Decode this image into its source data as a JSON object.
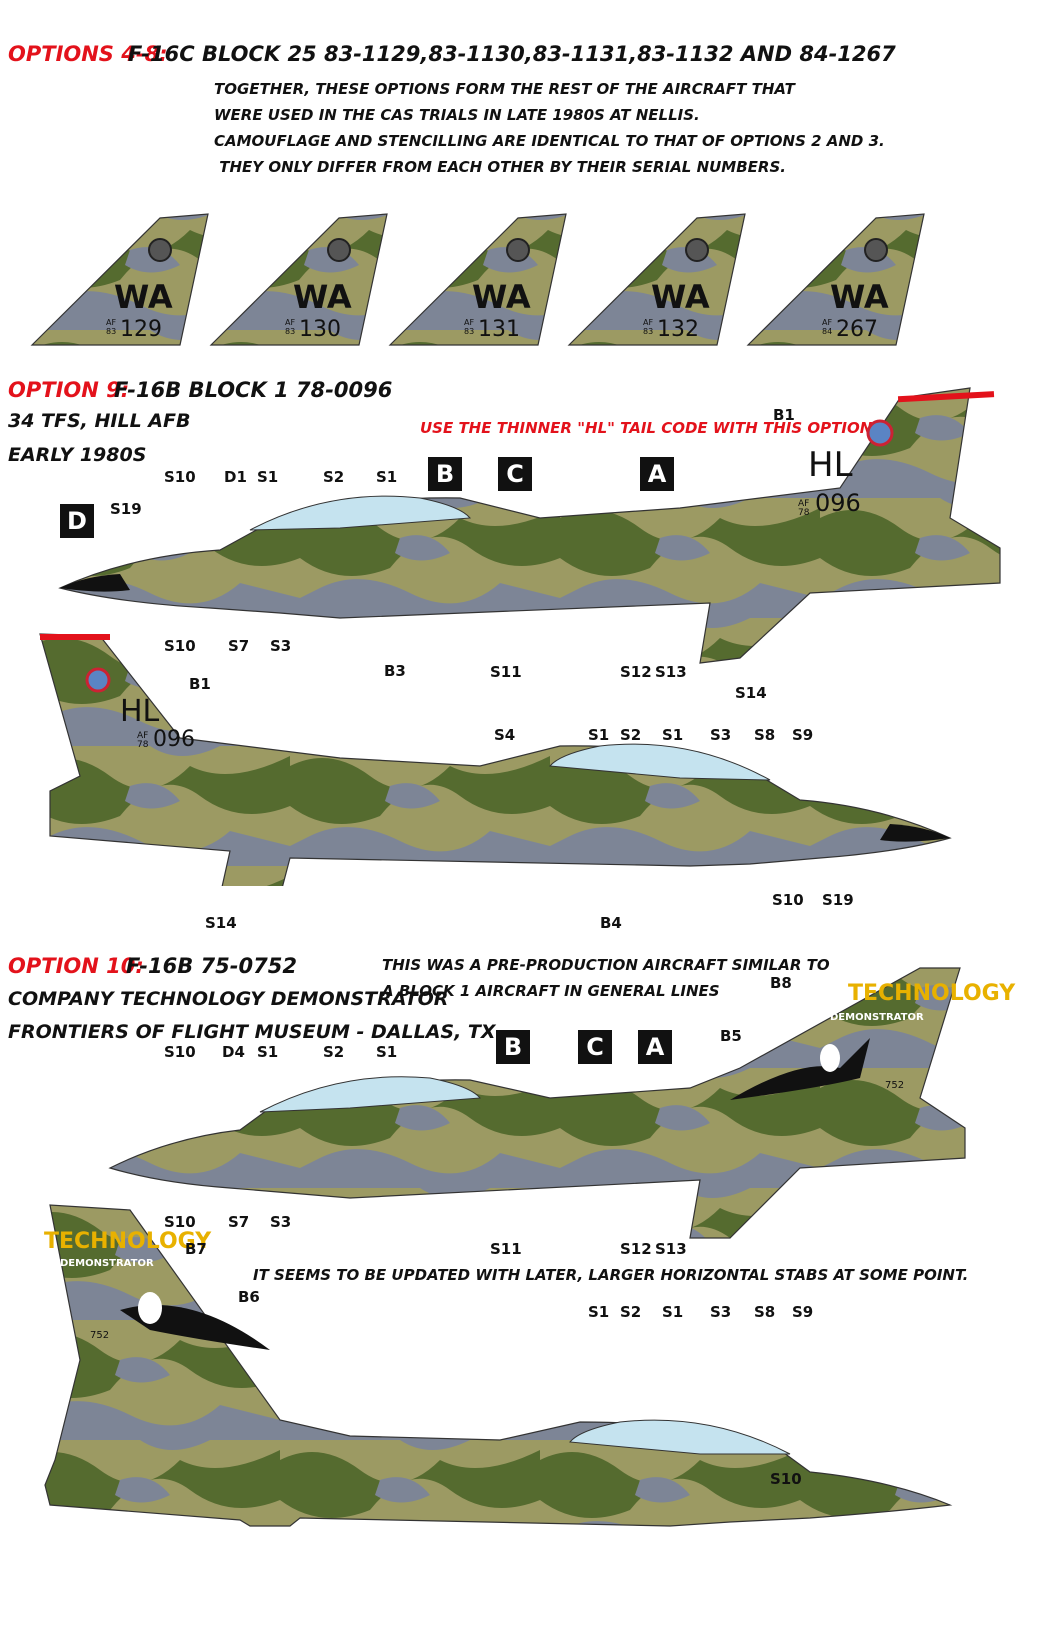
{
  "options4_8": {
    "label": "OPTIONS 4-8:",
    "title": "F-16C BLOCK 25 83-1129,83-1130,83-1131,83-1132 AND 84-1267",
    "notes": [
      "TOGETHER, THESE OPTIONS FORM THE REST OF THE AIRCRAFT THAT",
      "WERE USED IN THE CAS TRIALS IN LATE 1980S AT NELLIS.",
      "CAMOUFLAGE AND STENCILLING ARE IDENTICAL TO THAT OF OPTIONS 2 AND 3.",
      " THEY ONLY DIFFER FROM EACH OTHER BY THEIR SERIAL NUMBERS."
    ],
    "tails": [
      {
        "code": "WA",
        "af": "AF",
        "year": "83",
        "serial": "129"
      },
      {
        "code": "WA",
        "af": "AF",
        "year": "83",
        "serial": "130"
      },
      {
        "code": "WA",
        "af": "AF",
        "year": "83",
        "serial": "131"
      },
      {
        "code": "WA",
        "af": "AF",
        "year": "83",
        "serial": "132"
      },
      {
        "code": "WA",
        "af": "AF",
        "year": "84",
        "serial": "267"
      }
    ]
  },
  "option9": {
    "label": "OPTION 9:",
    "title": "F-16B BLOCK 1 78-0096",
    "line2": "34 TFS, HILL AFB",
    "line3": "EARLY 1980S",
    "red_note": "USE THE THINNER \"HL\" TAIL CODE WITH THIS OPTION",
    "tail_code": "HL",
    "tail_af": "AF",
    "tail_year": "78",
    "tail_serial": "096",
    "boxes": {
      "a": "A",
      "b": "B",
      "c": "C",
      "d": "D"
    },
    "top_labels": {
      "s10a": "S10",
      "d1": "D1",
      "s1a": "S1",
      "s2": "S2",
      "s1b": "S1",
      "s19": "S19",
      "b1": "B1",
      "s10b": "S10",
      "s7": "S7",
      "s3": "S3",
      "b3": "B3",
      "s11": "S11",
      "s12": "S12",
      "s13": "S13",
      "s14": "S14"
    },
    "bottom_labels": {
      "b1": "B1",
      "s4": "S4",
      "s1a": "S1",
      "s2": "S2",
      "s1b": "S1",
      "s3": "S3",
      "s8": "S8",
      "s9": "S9",
      "s14": "S14",
      "b4": "B4",
      "s10": "S10",
      "s19": "S19"
    }
  },
  "option10": {
    "label": "OPTION 10:",
    "title": "F-16B 75-0752",
    "line2": "COMPANY TECHNOLOGY DEMONSTRATOR",
    "line3": "FRONTIERS OF FLIGHT MUSEUM - DALLAS, TX",
    "note1": "THIS WAS A PRE-PRODUCTION AIRCRAFT SIMILAR TO",
    "note2": "A BLOCK 1 AIRCRAFT IN GENERAL LINES",
    "note3": "IT SEEMS TO BE UPDATED WITH LATER, LARGER HORIZONTAL STABS AT SOME POINT.",
    "tail_word1": "TECHNOLOGY",
    "tail_word2": "DEMONSTRATOR",
    "tail_serial": "752",
    "boxes": {
      "a": "A",
      "b": "B",
      "c": "C"
    },
    "top_labels": {
      "b8": "B8",
      "b5": "B5",
      "s10a": "S10",
      "d4": "D4",
      "s1a": "S1",
      "s2": "S2",
      "s1b": "S1",
      "s10b": "S10",
      "s7": "S7",
      "s3": "S3",
      "s11": "S11",
      "s12": "S12",
      "s13": "S13"
    },
    "bottom_labels": {
      "b7": "B7",
      "b6": "B6",
      "s1a": "S1",
      "s2": "S2",
      "s1b": "S1",
      "s3": "S3",
      "s8": "S8",
      "s9": "S9",
      "s10": "S10"
    }
  },
  "colors": {
    "accent_red": "#e3121b",
    "camo_green": "#556b2f",
    "camo_tan": "#9c9a63",
    "camo_gray": "#7d8596",
    "canopy": "#c5e3ef"
  }
}
